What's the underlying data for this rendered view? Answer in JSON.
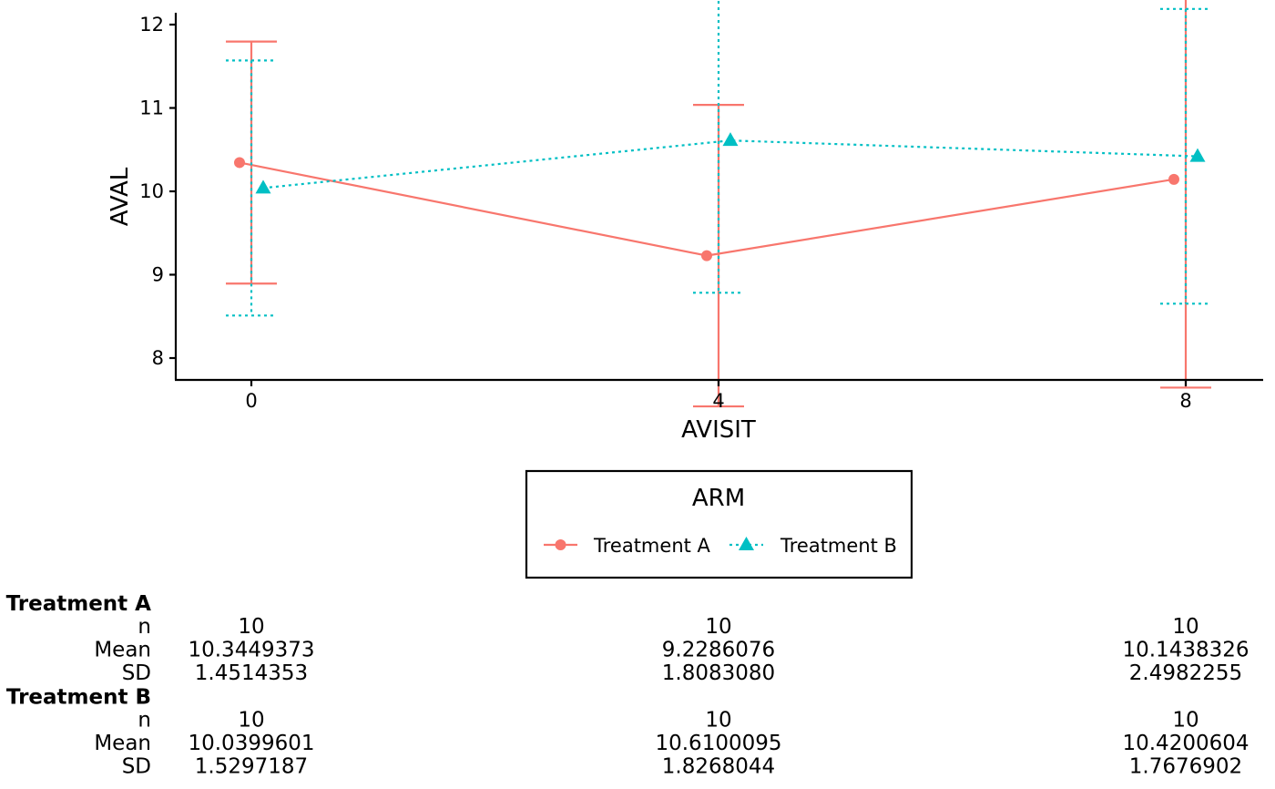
{
  "chart_data": {
    "type": "line",
    "xlabel": "AVISIT",
    "ylabel": "AVAL",
    "x_ticks": [
      "0",
      "4",
      "8"
    ],
    "y_ticks": [
      8,
      9,
      10,
      11,
      12
    ],
    "ylim": [
      7.75,
      12.15
    ],
    "grid": false,
    "error_bars": "mean ± SD",
    "legend": {
      "title": "ARM",
      "placement": "bottom",
      "entries": [
        "Treatment A",
        "Treatment B"
      ]
    },
    "series": [
      {
        "name": "Treatment A",
        "color": "#F8766D",
        "marker": "circle",
        "linestyle": "solid",
        "x": [
          "0",
          "4",
          "8"
        ],
        "mean": [
          10.3449373,
          9.2286076,
          10.1438326
        ],
        "sd": [
          1.4514353,
          1.808308,
          2.4982255
        ]
      },
      {
        "name": "Treatment B",
        "color": "#00BFC4",
        "marker": "triangle",
        "linestyle": "dotted",
        "x": [
          "0",
          "4",
          "8"
        ],
        "mean": [
          10.0399601,
          10.6100095,
          10.4200604
        ],
        "sd": [
          1.5297187,
          1.8268044,
          1.7676902
        ]
      }
    ]
  },
  "summary_table": {
    "groups": [
      {
        "name": "Treatment A",
        "rows": [
          {
            "label": "n",
            "values": [
              "10",
              "10",
              "10"
            ]
          },
          {
            "label": "Mean",
            "values": [
              "10.3449373",
              "9.2286076",
              "10.1438326"
            ]
          },
          {
            "label": "SD",
            "values": [
              "1.4514353",
              "1.8083080",
              "2.4982255"
            ]
          }
        ]
      },
      {
        "name": "Treatment B",
        "rows": [
          {
            "label": "n",
            "values": [
              "10",
              "10",
              "10"
            ]
          },
          {
            "label": "Mean",
            "values": [
              "10.0399601",
              "10.6100095",
              "10.4200604"
            ]
          },
          {
            "label": "SD",
            "values": [
              "1.5297187",
              "1.8268044",
              "1.7676902"
            ]
          }
        ]
      }
    ]
  }
}
